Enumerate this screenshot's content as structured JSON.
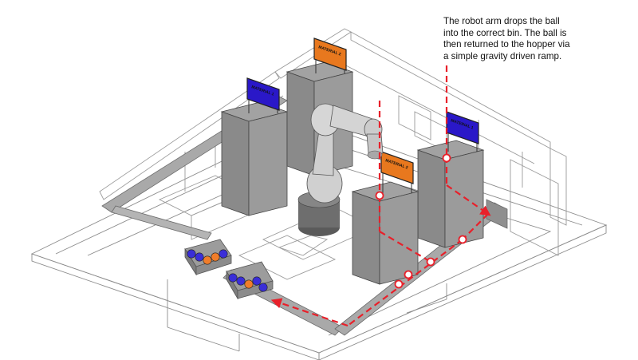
{
  "annotation": {
    "lines": [
      "The robot arm drops the ball",
      "into the correct bin. The ball is",
      "then returned to the hopper via",
      "a simple gravity driven ramp."
    ]
  },
  "bins": [
    {
      "sign": "MATERIAL 1",
      "color": "#2a18c8"
    },
    {
      "sign": "MATERIAL 2",
      "color": "#e8781e"
    },
    {
      "sign": "MATERIAL 2",
      "color": "#e8781e"
    },
    {
      "sign": "MATERIAL 1",
      "color": "#2a18c8"
    }
  ],
  "colors": {
    "path": "#e8202a",
    "bin_gray": "#8a8a8a",
    "ramp_gray": "#a9a9a9",
    "ball_orange": "#f07d2a",
    "ball_blue": "#3a2ed8"
  },
  "icons": {
    "robot": "robot-arm-icon",
    "ball": "ball-icon"
  }
}
